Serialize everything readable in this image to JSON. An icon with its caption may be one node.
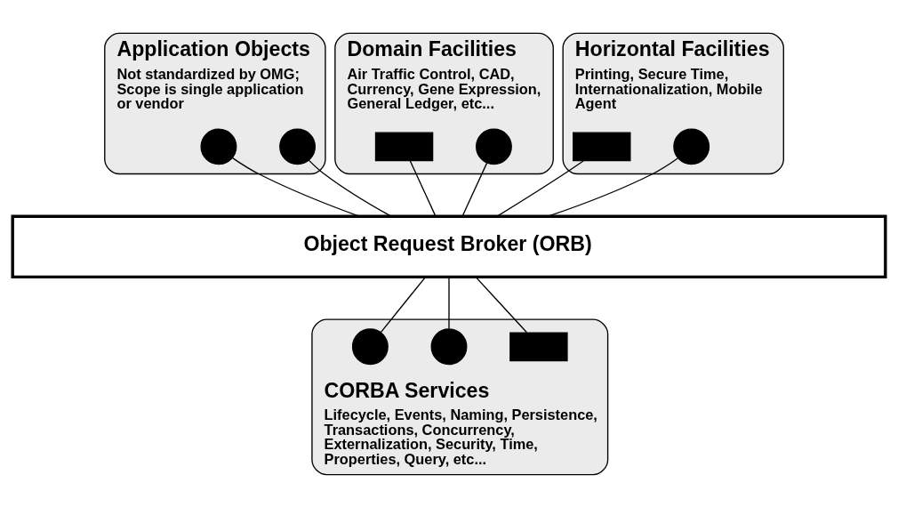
{
  "diagram": {
    "nodes": [
      {
        "text": [
          "Application Objects",
          "Not standardized by OMG; Scope is single application or vendor"
        ]
      },
      {
        "text": [],
        "shape": "circle",
        "in": 0
      },
      {
        "text": [],
        "shape": "circle",
        "in": 0
      },
      {
        "text": [
          "Domain Facilities",
          "Air Traffic Control, CAD, Currency, Gene Expression, General Ledger, etc..."
        ]
      },
      {
        "text": [],
        "shape": "box",
        "in": 3
      },
      {
        "text": [],
        "shape": "circle",
        "in": 3
      },
      {
        "text": [
          "Horizontal Facilities",
          "Printing, Secure Time, Internationalization, Mobile Agent"
        ]
      },
      {
        "text": [],
        "shape": "box",
        "in": 6
      },
      {
        "text": [],
        "shape": "circle",
        "in": 6
      },
      {
        "text": [
          "Object Request Broker (ORB)"
        ]
      },
      {
        "text": [
          "CORBA Services",
          "Lifecycle, Events, Naming, Persistence, Transactions, Concurrency, Externalization, Security, Time, Properties, Query, etc..."
        ]
      },
      {
        "text": [],
        "shape": "circle",
        "in": 10
      },
      {
        "text": [],
        "shape": "circle",
        "in": 10
      },
      {
        "text": [],
        "shape": "box",
        "in": 10
      }
    ],
    "edges": [
      {
        "from": 1,
        "to": 9,
        "arrow": "none"
      },
      {
        "from": 2,
        "to": 9,
        "arrow": "none"
      },
      {
        "from": 4,
        "to": 9,
        "arrow": "none"
      },
      {
        "from": 5,
        "to": 9,
        "arrow": "none"
      },
      {
        "from": 7,
        "to": 9,
        "arrow": "none"
      },
      {
        "from": 8,
        "to": 9,
        "arrow": "none"
      },
      {
        "from": 9,
        "to": 11,
        "arrow": "none"
      },
      {
        "from": 9,
        "to": 12,
        "arrow": "none"
      },
      {
        "from": 9,
        "to": 13,
        "arrow": "none"
      }
    ]
  }
}
